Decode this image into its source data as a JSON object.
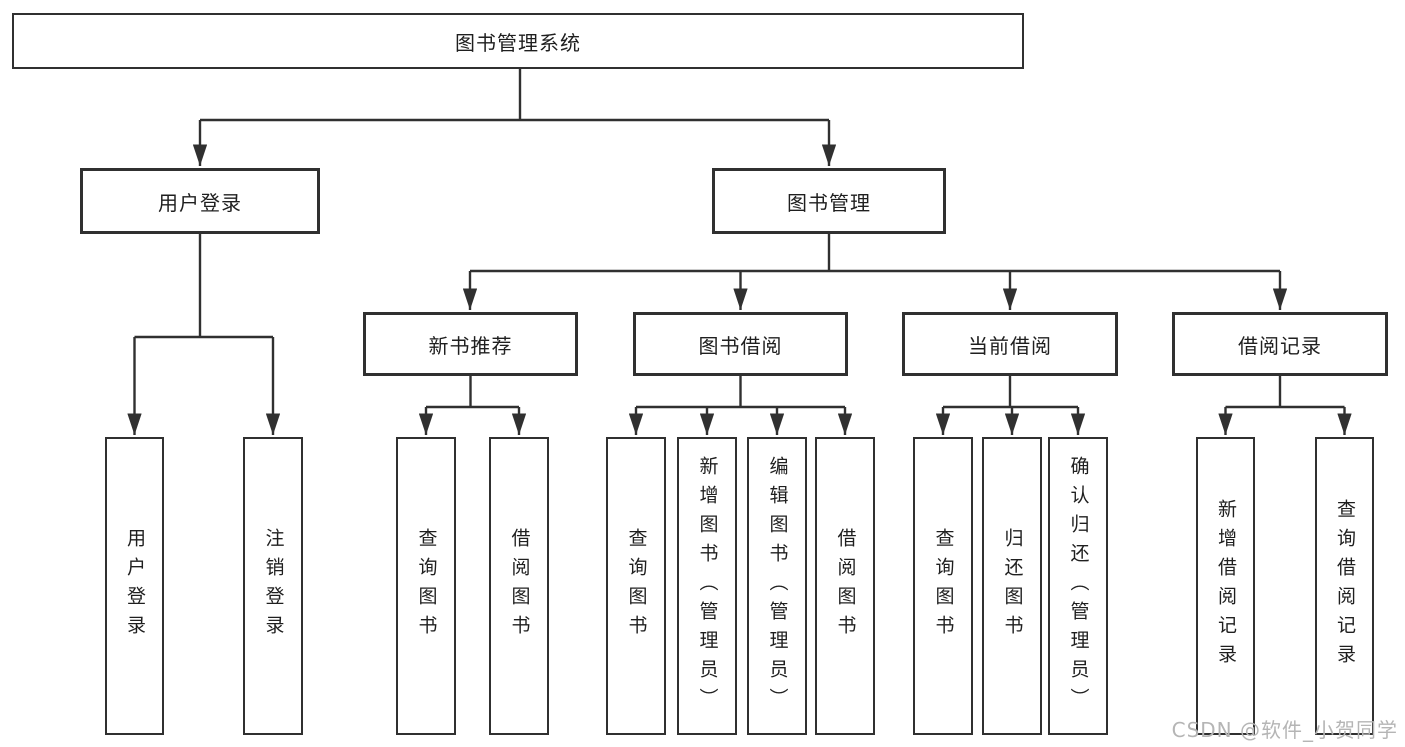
{
  "tree": {
    "root": {
      "label": "图书管理系统"
    },
    "children": [
      {
        "label": "用户登录",
        "children": [
          {
            "label": "用户登录"
          },
          {
            "label": "注销登录"
          }
        ]
      },
      {
        "label": "图书管理",
        "children": [
          {
            "label": "新书推荐",
            "children": [
              {
                "label": "查询图书"
              },
              {
                "label": "借阅图书"
              }
            ]
          },
          {
            "label": "图书借阅",
            "children": [
              {
                "label": "查询图书"
              },
              {
                "label": "新增图书（管理员）"
              },
              {
                "label": "编辑图书（管理员）"
              },
              {
                "label": "借阅图书"
              }
            ]
          },
          {
            "label": "当前借阅",
            "children": [
              {
                "label": "查询图书"
              },
              {
                "label": "归还图书"
              },
              {
                "label": "确认归还（管理员）"
              }
            ]
          },
          {
            "label": "借阅记录",
            "children": [
              {
                "label": "新增借阅记录"
              },
              {
                "label": "查询借阅记录"
              }
            ]
          }
        ]
      }
    ]
  },
  "watermark": {
    "text": "CSDN @软件_小贺同学"
  },
  "colors": {
    "line": "#303030",
    "text": "#1f1f1f",
    "background": "#ffffff",
    "watermark": "#b5b5b5"
  }
}
